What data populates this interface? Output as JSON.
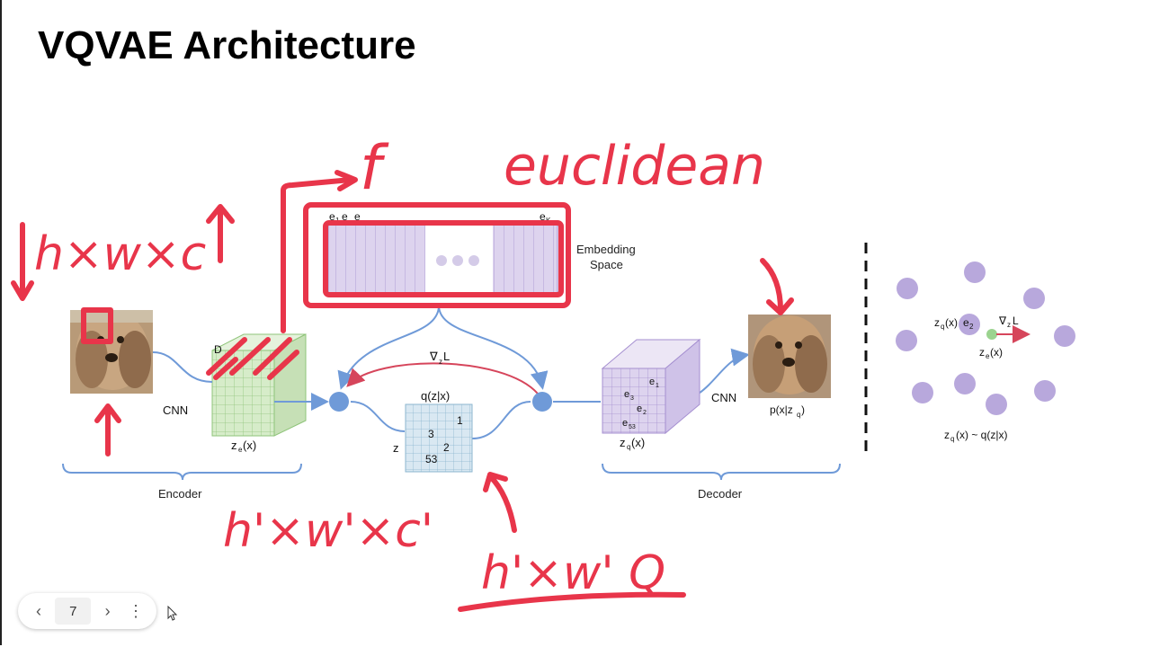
{
  "slide": {
    "title": "VQVAE Architecture"
  },
  "diagram": {
    "embedding_codes_first": "e",
    "embedding_codes_last": "e",
    "embedding_code_last_sub": "K",
    "embedding_label_line1": "Embedding",
    "embedding_label_line2": "Space",
    "d_label": "D",
    "cnn_encoder": "CNN",
    "cnn_decoder": "CNN",
    "ze_label": "z",
    "ze_sub": "e",
    "ze_arg": "(x)",
    "grad_label": "∇",
    "grad_sub": "z",
    "grad_L": "L",
    "qzx_label": "q(z|x)",
    "z_label": "z",
    "qgrid_values": [
      "1",
      "3",
      "2",
      "53"
    ],
    "zq_label": "z",
    "zq_sub": "q",
    "zq_arg": "(x)",
    "decoder_grid_values": [
      "e",
      "e",
      "e",
      "e"
    ],
    "decoder_grid_subs": [
      "1",
      "3",
      "2",
      "53"
    ],
    "pxzq_label": "p(x|z",
    "pxzq_sub": "q",
    "pxzq_end": ")",
    "encoder_label": "Encoder",
    "decoder_label": "Decoder",
    "right_zq": "z",
    "right_zq_sub": "q",
    "right_zq_arg": "(x)",
    "right_e2": "e",
    "right_e2_sub": "2",
    "right_grad": "∇",
    "right_grad_sub": "z",
    "right_grad_L": "L",
    "right_ze": "z",
    "right_ze_sub": "e",
    "right_ze_arg": "(x)",
    "right_caption_a": "z",
    "right_caption_sub": "q",
    "right_caption_b": "(x) ~ q(z|x)"
  },
  "annotations": {
    "handwritten_top": "euclidean",
    "handwritten_f": "f",
    "handwritten_hwc": "h×w×c",
    "handwritten_hwc_prime": "h'×w'×c'",
    "handwritten_hw_q": "h'×w'   Q"
  },
  "colors": {
    "annotation": "#e8354a",
    "blue_arrow": "#6f9ad8",
    "node": "#6f9ad8",
    "embedding_fill": "#ddd3ee",
    "encoder_fill": "#d6ecc9",
    "q_fill": "#d9e8f2",
    "decoder_fill": "#ddd3ee",
    "purple_dot": "#b8a8dc",
    "green_dot": "#9bd38f"
  },
  "navigation": {
    "page_number": "7",
    "prev_icon": "chevron-left-icon",
    "next_icon": "chevron-right-icon",
    "more_icon": "more-vertical-icon"
  }
}
